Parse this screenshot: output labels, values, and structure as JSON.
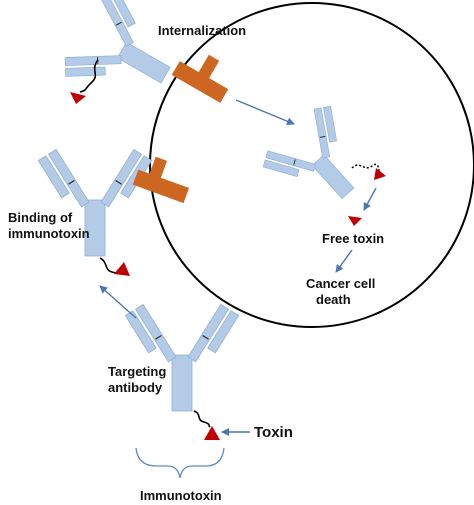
{
  "labels": {
    "internalization": "Internalization",
    "binding_line1": "Binding of",
    "binding_line2": "immunotoxin",
    "free_toxin": "Free toxin",
    "death_line1": "Cancer cell",
    "death_line2": "death",
    "targeting_line1": "Targeting",
    "targeting_line2": "antibody",
    "toxin": "Toxin",
    "immunotoxin": "Immunotoxin"
  },
  "colors": {
    "antibody": "#b3cbe6",
    "antibody_stroke": "#8fb0d6",
    "receptor": "#cd6621",
    "toxin": "#c00000",
    "arrow": "#4a76b4",
    "cell": "#000000",
    "brace": "#5b8bc9"
  }
}
